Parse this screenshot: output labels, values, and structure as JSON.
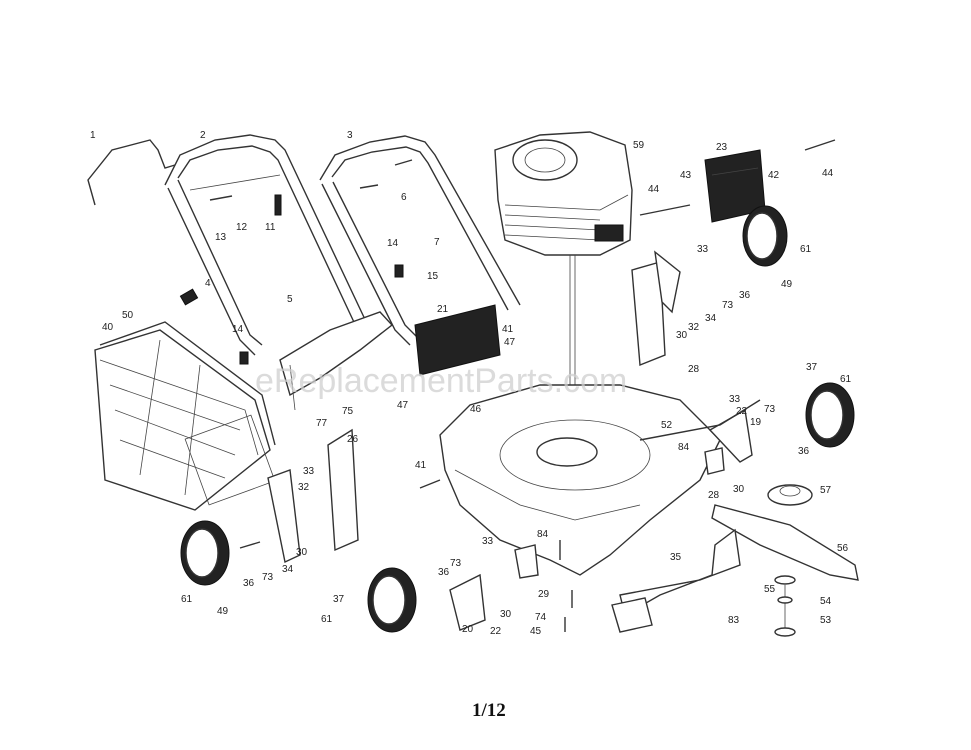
{
  "watermark": "eReplacementParts.com",
  "page_number": "1/12",
  "callouts": [
    {
      "id": "c1",
      "text": "1"
    },
    {
      "id": "c2",
      "text": "2"
    },
    {
      "id": "c3",
      "text": "3"
    },
    {
      "id": "c59",
      "text": "59"
    },
    {
      "id": "c23",
      "text": "23"
    },
    {
      "id": "c44a",
      "text": "44"
    },
    {
      "id": "c43",
      "text": "43"
    },
    {
      "id": "c42",
      "text": "42"
    },
    {
      "id": "c44b",
      "text": "44"
    },
    {
      "id": "c12",
      "text": "12"
    },
    {
      "id": "c13",
      "text": "13"
    },
    {
      "id": "c11",
      "text": "11"
    },
    {
      "id": "c6",
      "text": "6"
    },
    {
      "id": "c7",
      "text": "7"
    },
    {
      "id": "c14a",
      "text": "14"
    },
    {
      "id": "c33a",
      "text": "33"
    },
    {
      "id": "c61a",
      "text": "61"
    },
    {
      "id": "c49a",
      "text": "49"
    },
    {
      "id": "c4",
      "text": "4"
    },
    {
      "id": "c5",
      "text": "5"
    },
    {
      "id": "c15",
      "text": "15"
    },
    {
      "id": "c73a",
      "text": "73"
    },
    {
      "id": "c36a",
      "text": "36"
    },
    {
      "id": "c32a",
      "text": "32"
    },
    {
      "id": "c34a",
      "text": "34"
    },
    {
      "id": "c30a",
      "text": "30"
    },
    {
      "id": "c40",
      "text": "40"
    },
    {
      "id": "c50",
      "text": "50"
    },
    {
      "id": "c14b",
      "text": "14"
    },
    {
      "id": "c21",
      "text": "21"
    },
    {
      "id": "c41a",
      "text": "41"
    },
    {
      "id": "c47a",
      "text": "47"
    },
    {
      "id": "c28a",
      "text": "28"
    },
    {
      "id": "c37a",
      "text": "37"
    },
    {
      "id": "c61b",
      "text": "61"
    },
    {
      "id": "c33b",
      "text": "33"
    },
    {
      "id": "c22a",
      "text": "22"
    },
    {
      "id": "c73b",
      "text": "73"
    },
    {
      "id": "c19",
      "text": "19"
    },
    {
      "id": "c47b",
      "text": "47"
    },
    {
      "id": "c46",
      "text": "46"
    },
    {
      "id": "c75",
      "text": "75"
    },
    {
      "id": "c77",
      "text": "77"
    },
    {
      "id": "c26",
      "text": "26"
    },
    {
      "id": "c52",
      "text": "52"
    },
    {
      "id": "c84a",
      "text": "84"
    },
    {
      "id": "c36b",
      "text": "36"
    },
    {
      "id": "c33c",
      "text": "33"
    },
    {
      "id": "c32b",
      "text": "32"
    },
    {
      "id": "c41b",
      "text": "41"
    },
    {
      "id": "c28b",
      "text": "28"
    },
    {
      "id": "c30b",
      "text": "30"
    },
    {
      "id": "c57",
      "text": "57"
    },
    {
      "id": "c84b",
      "text": "84"
    },
    {
      "id": "c35",
      "text": "35"
    },
    {
      "id": "c56",
      "text": "56"
    },
    {
      "id": "c30c",
      "text": "30"
    },
    {
      "id": "c34b",
      "text": "34"
    },
    {
      "id": "c73c",
      "text": "73"
    },
    {
      "id": "c36c",
      "text": "36"
    },
    {
      "id": "c61c",
      "text": "61"
    },
    {
      "id": "c49b",
      "text": "49"
    },
    {
      "id": "c33d",
      "text": "33"
    },
    {
      "id": "c73d",
      "text": "73"
    },
    {
      "id": "c36d",
      "text": "36"
    },
    {
      "id": "c37b",
      "text": "37"
    },
    {
      "id": "c61d",
      "text": "61"
    },
    {
      "id": "c29",
      "text": "29"
    },
    {
      "id": "c74",
      "text": "74"
    },
    {
      "id": "c30d",
      "text": "30"
    },
    {
      "id": "c20",
      "text": "20"
    },
    {
      "id": "c22b",
      "text": "22"
    },
    {
      "id": "c45",
      "text": "45"
    },
    {
      "id": "c55",
      "text": "55"
    },
    {
      "id": "c54",
      "text": "54"
    },
    {
      "id": "c83",
      "text": "83"
    },
    {
      "id": "c53",
      "text": "53"
    }
  ]
}
